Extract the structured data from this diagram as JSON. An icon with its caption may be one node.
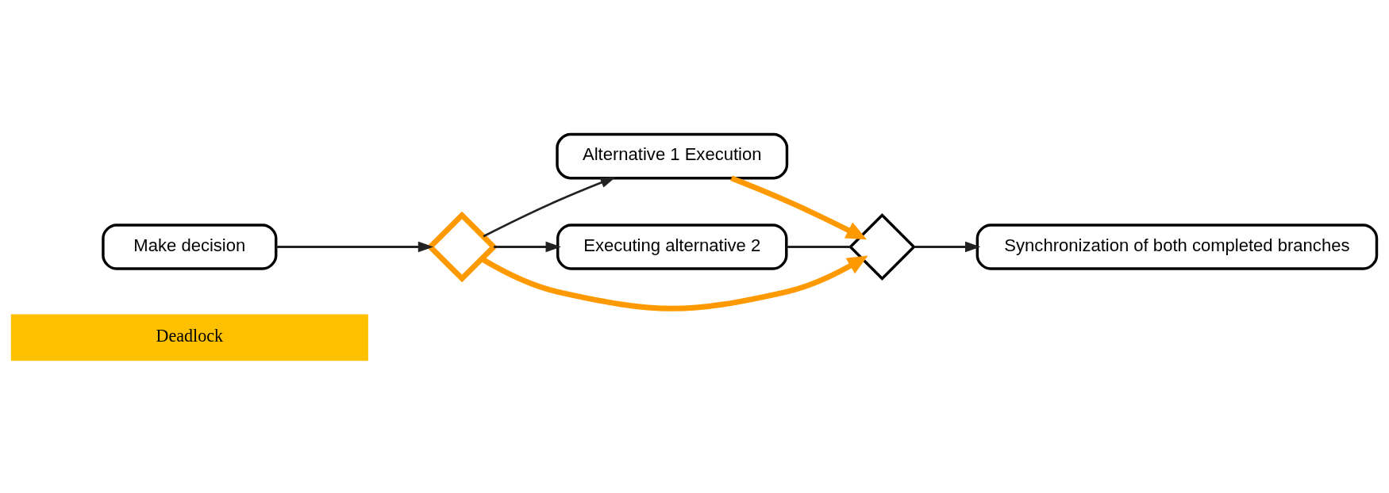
{
  "diagram": {
    "nodes": [
      {
        "text": [
          "Deadlock"
        ]
      },
      {
        "text": [
          "Make decision"
        ]
      },
      {
        "text": [],
        "shape": "diamond"
      },
      {
        "text": [
          "Alternative 1 Execution"
        ]
      },
      {
        "text": [
          "Executing alternative 2"
        ]
      },
      {
        "text": [],
        "shape": "diamond"
      },
      {
        "text": [
          "Synchronization of both completed branches"
        ]
      }
    ],
    "edges": [
      {
        "from": 1,
        "to": 2,
        "arrow": "to"
      },
      {
        "from": 2,
        "to": 3,
        "arrow": "to"
      },
      {
        "from": 2,
        "to": 4,
        "arrow": "to"
      },
      {
        "from": 3,
        "to": 5,
        "arrow": "to",
        "style": "thick",
        "color": "#ff9900"
      },
      {
        "from": 4,
        "to": 5,
        "arrow": "none"
      },
      {
        "from": 2,
        "to": 5,
        "arrow": "to",
        "style": "thick",
        "color": "#ff9900"
      },
      {
        "from": 5,
        "to": 6,
        "arrow": "to"
      }
    ]
  }
}
